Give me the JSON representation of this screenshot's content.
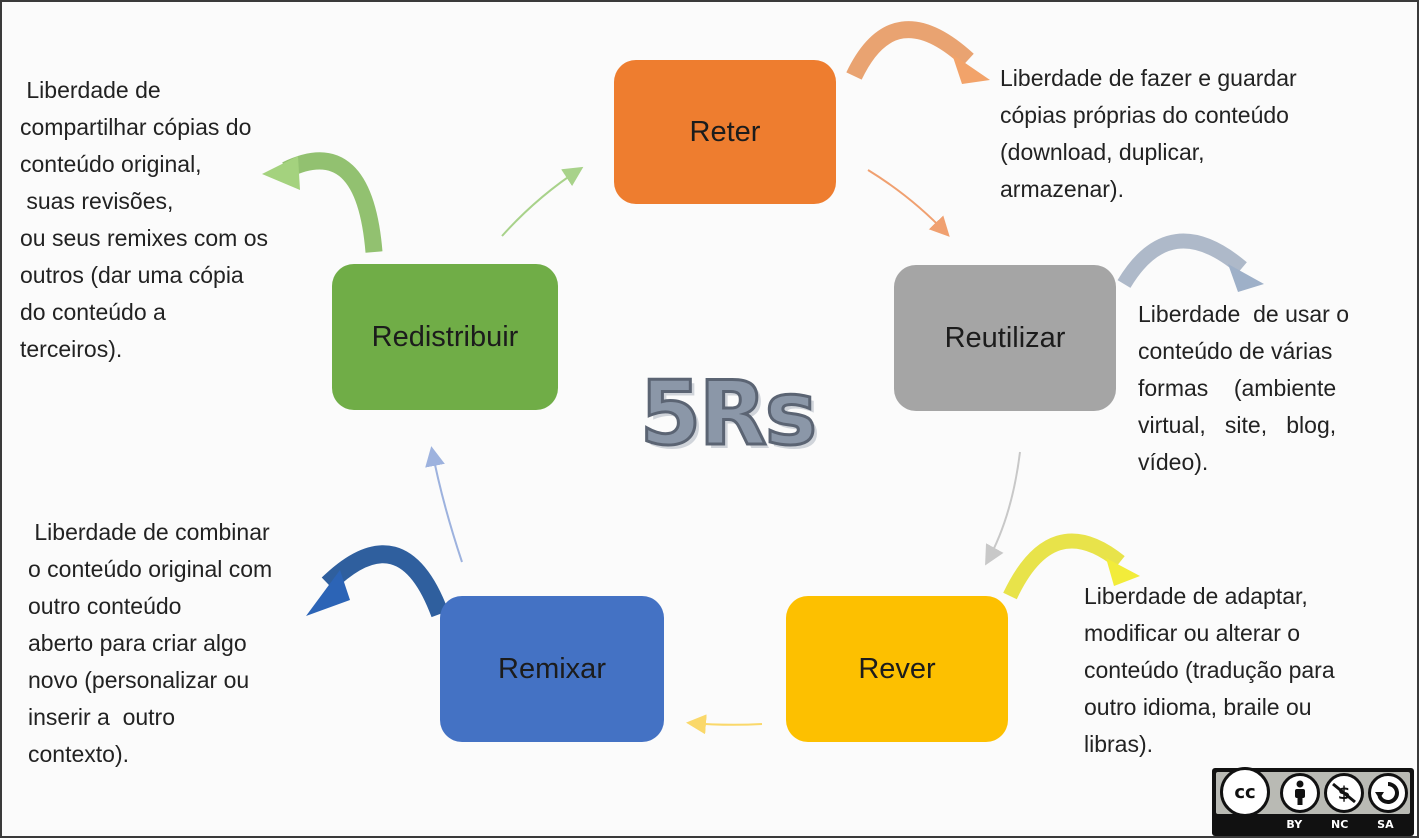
{
  "center": {
    "title": "5Rs"
  },
  "colors": {
    "reter": "#ee7d2f",
    "reutilizar": "#a5a5a5",
    "rever": "#fdc000",
    "remixar": "#4472c4",
    "redistribuir": "#70ad47"
  },
  "nodes": {
    "reter": {
      "label": "Reter",
      "desc": "Liberdade de fazer e guardar\ncópias próprias do conteúdo\n(download, duplicar,\narmazenar)."
    },
    "reutilizar": {
      "label": "Reutilizar",
      "desc": "Liberdade  de usar o\nconteúdo de várias\nformas    (ambiente\nvirtual,   site,   blog,\nvídeo)."
    },
    "rever": {
      "label": "Rever",
      "desc": "Liberdade de adaptar,\nmodificar ou alterar o\nconteúdo (tradução para\noutro idioma, braile ou\nlibras)."
    },
    "remixar": {
      "label": "Remixar",
      "desc": " Liberdade de combinar\no conteúdo original com\noutro conteúdo\naberto para criar algo\nnovo (personalizar ou\ninserir a  outro\ncontexto)."
    },
    "redistribuir": {
      "label": "Redistribuir",
      "desc": " Liberdade de\ncompartilhar cópias do\nconteúdo original,\n suas revisões,\nou seus remixes com os\noutros (dar uma cópia\ndo conteúdo a\nterceiros)."
    }
  },
  "license": {
    "icons": [
      "cc-icon",
      "attribution-icon",
      "noncommercial-icon",
      "sharealike-icon"
    ],
    "badge_text": "cc",
    "tags": [
      "BY",
      "NC",
      "SA"
    ]
  }
}
